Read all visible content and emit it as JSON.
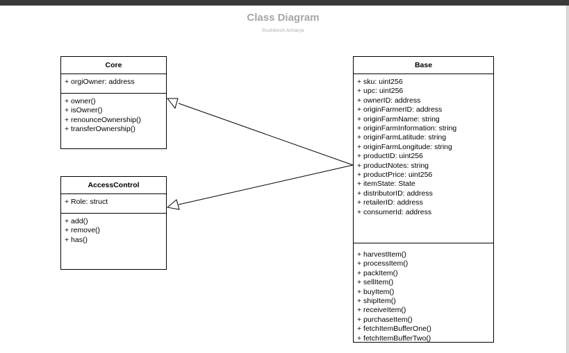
{
  "diagram": {
    "title": "Class Diagram",
    "subtitle": "Rushikesh Acharya",
    "classes": {
      "core": {
        "name": "Core",
        "attributes": [
          "+ orgiOwner: address"
        ],
        "operations": [
          "+ owner()",
          "+ isOwner()",
          "+ renounceOwnership()",
          "+ transferOwnership()"
        ]
      },
      "access": {
        "name": "AccessControl",
        "attributes": [
          "+ Role: struct"
        ],
        "operations": [
          "+ add()",
          "+ remove()",
          "+ has()"
        ]
      },
      "base": {
        "name": "Base",
        "attributes": [
          "+ sku: uint256",
          "+ upc: uint256",
          "+ ownerID: address",
          "+ originFarmerID: address",
          "+ originFarmName: string",
          "+ originFarmInformation: string",
          "+ originFarmLatitude: string",
          "+ originFarmLongitude: string",
          "+ productID: uint256",
          "+ productNotes: string",
          "+ productPrice: uint256",
          "+ itemState: State",
          "+ distributorID: address",
          "+ retailerID: address",
          "+ consumerId: address"
        ],
        "operations": [
          "+ harvestItem()",
          "+ processItem()",
          "+ packItem()",
          "+ sellItem()",
          "+ buyItem()",
          "+ shipItem()",
          "+ receiveItem()",
          "+ purchaseItem()",
          "+ fetchItemBufferOne()",
          "+ fetchItemBufferTwo()"
        ]
      }
    },
    "relations": [
      {
        "from": "Base",
        "to": "Core",
        "type": "inheritance"
      },
      {
        "from": "Base",
        "to": "AccessControl",
        "type": "inheritance"
      }
    ]
  }
}
